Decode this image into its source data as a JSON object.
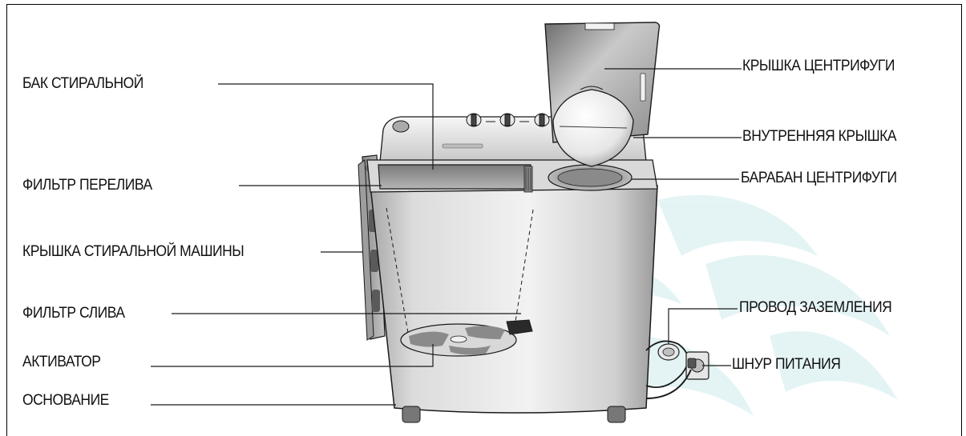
{
  "labels_left": [
    {
      "id": "wash-tub",
      "text": "БАК СТИРАЛЬНОЙ"
    },
    {
      "id": "overflow-filter",
      "text": "ФИЛЬТР ПЕРЕЛИВА"
    },
    {
      "id": "washer-lid",
      "text": "КРЫШКА СТИРАЛЬНОЙ МАШИНЫ"
    },
    {
      "id": "drain-filter",
      "text": "ФИЛЬТР СЛИВА"
    },
    {
      "id": "pulsator",
      "text": "АКТИВАТОР"
    },
    {
      "id": "base",
      "text": "ОСНОВАНИЕ"
    }
  ],
  "labels_right": [
    {
      "id": "spin-lid",
      "text": "КРЫШКА ЦЕНТРИФУГИ"
    },
    {
      "id": "inner-lid",
      "text": "ВНУТРЕННЯЯ КРЫШКА"
    },
    {
      "id": "spin-drum",
      "text": "БАРАБАН ЦЕНТРИФУГИ"
    },
    {
      "id": "ground-wire",
      "text": "ПРОВОД ЗАЗЕМЛЕНИЯ"
    },
    {
      "id": "power-cord",
      "text": "ШНУР ПИТАНИЯ"
    }
  ],
  "colors": {
    "body_light": "#f4f4f4",
    "body_mid": "#d4d4d4",
    "body_dark": "#9c9c9c",
    "outline": "#1a1a1a",
    "watermark": "#dff1f1"
  }
}
